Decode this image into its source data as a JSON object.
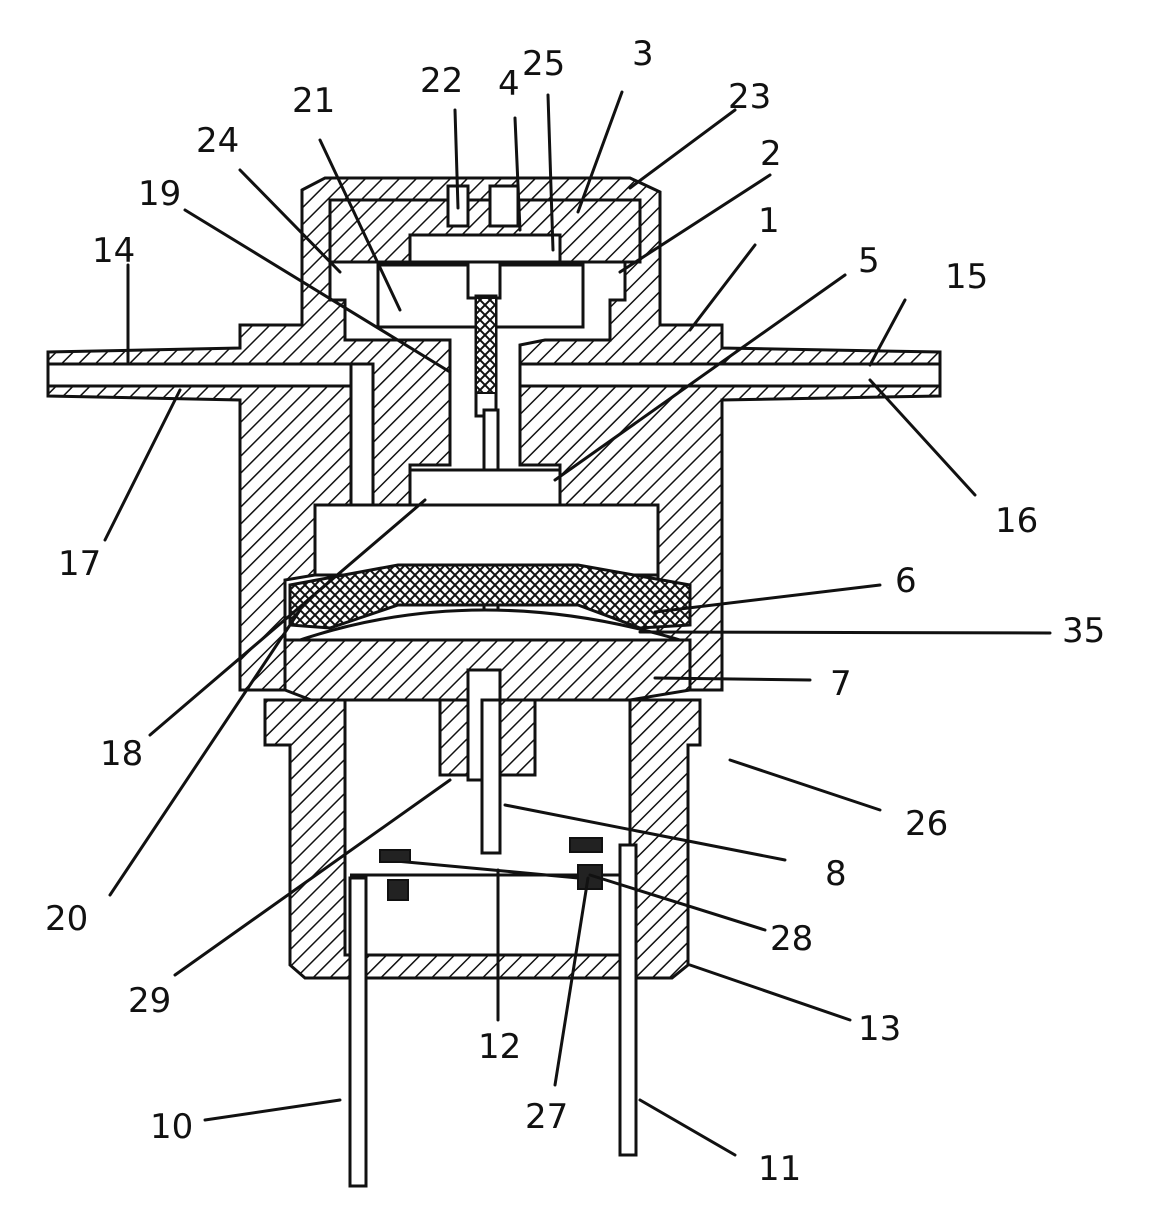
{
  "diagram": {
    "labels": [
      {
        "id": "l14",
        "text": "14"
      },
      {
        "id": "l17",
        "text": "17"
      },
      {
        "id": "l24",
        "text": "24"
      },
      {
        "id": "l19",
        "text": "19"
      },
      {
        "id": "l21",
        "text": "21"
      },
      {
        "id": "l22",
        "text": "22"
      },
      {
        "id": "l4",
        "text": "4"
      },
      {
        "id": "l25",
        "text": "25"
      },
      {
        "id": "l3",
        "text": "3"
      },
      {
        "id": "l23",
        "text": "23"
      },
      {
        "id": "l2",
        "text": "2"
      },
      {
        "id": "l1",
        "text": "1"
      },
      {
        "id": "l5",
        "text": "5"
      },
      {
        "id": "l15",
        "text": "15"
      },
      {
        "id": "l16",
        "text": "16"
      },
      {
        "id": "l6",
        "text": "6"
      },
      {
        "id": "l35",
        "text": "35"
      },
      {
        "id": "l7",
        "text": "7"
      },
      {
        "id": "l18",
        "text": "18"
      },
      {
        "id": "l26",
        "text": "26"
      },
      {
        "id": "l8",
        "text": "8"
      },
      {
        "id": "l20",
        "text": "20"
      },
      {
        "id": "l28",
        "text": "28"
      },
      {
        "id": "l29",
        "text": "29"
      },
      {
        "id": "l12",
        "text": "12"
      },
      {
        "id": "l13",
        "text": "13"
      },
      {
        "id": "l27",
        "text": "27"
      },
      {
        "id": "l10",
        "text": "10"
      },
      {
        "id": "l11",
        "text": "11"
      }
    ]
  }
}
